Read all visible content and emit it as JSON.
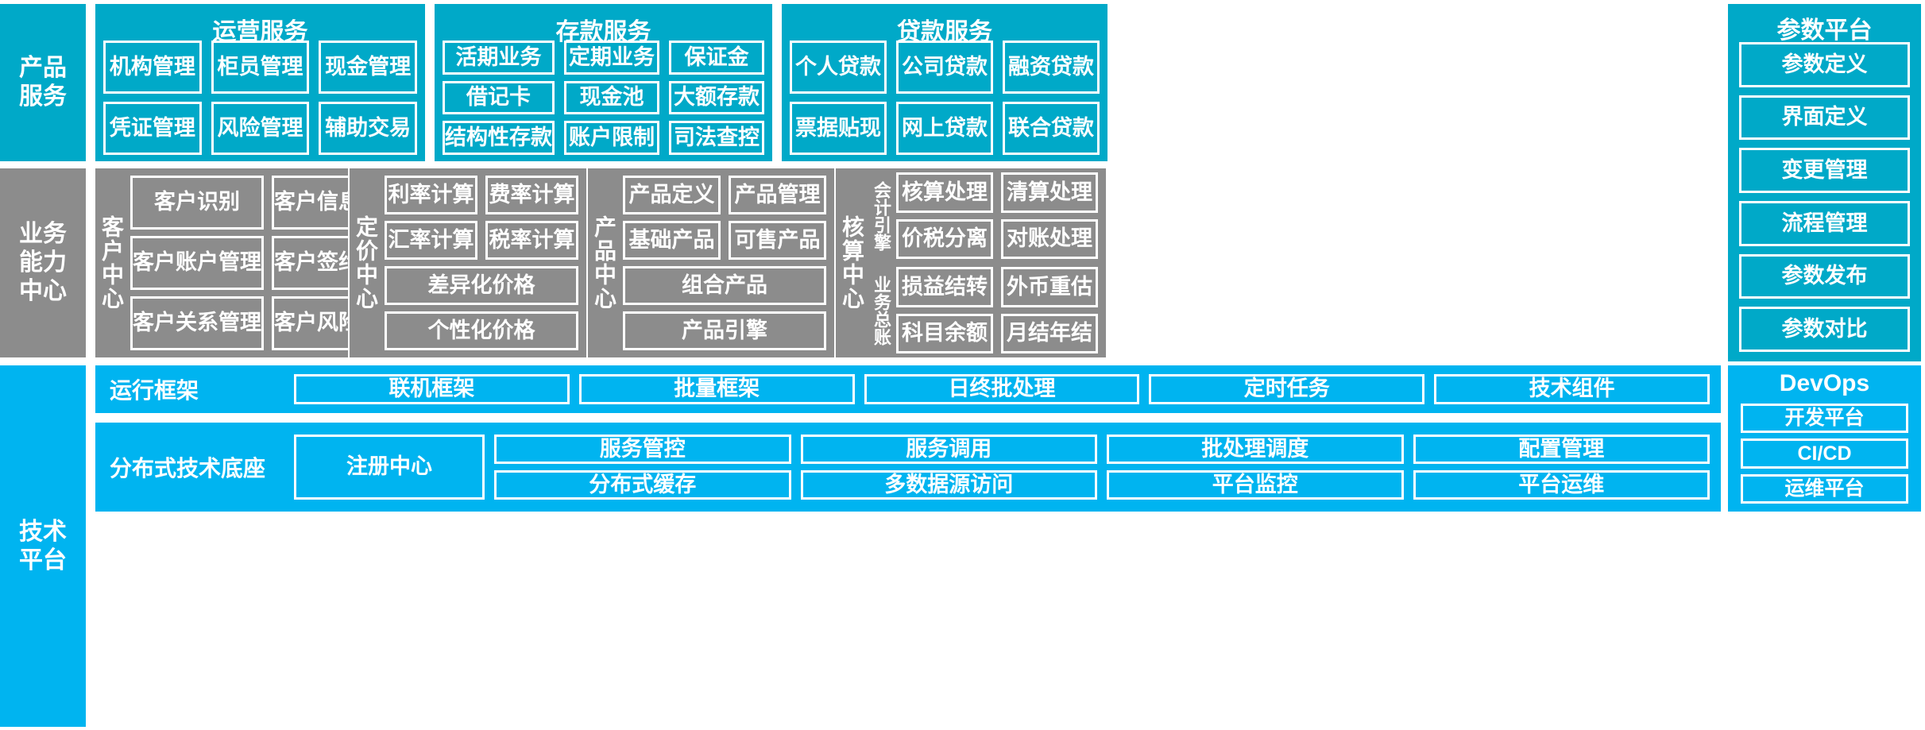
{
  "diagram": {
    "colors": {
      "product_service_cyan": "#00A9C8",
      "business_capability_gray": "#8C8C8C",
      "technical_platform_blue": "#00B4F0",
      "border_white": "#FFFFFF"
    }
  },
  "rows": {
    "product_service": {
      "side_label": "产品\n服务",
      "panels": [
        {
          "title": "运营服务",
          "items": [
            "机构管理",
            "柜员管理",
            "现金管理",
            "凭证管理",
            "风险管理",
            "辅助交易"
          ]
        },
        {
          "title": "存款服务",
          "items": [
            "活期业务",
            "定期业务",
            "保证金",
            "借记卡",
            "现金池",
            "大额存款",
            "结构性存款",
            "账户限制",
            "司法查控"
          ]
        },
        {
          "title": "贷款服务",
          "items": [
            "个人贷款",
            "公司贷款",
            "融资贷款",
            "票据贴现",
            "网上贷款",
            "联合贷款"
          ]
        }
      ]
    },
    "business_capability": {
      "side_label": "业务\n能力\n中心",
      "centers": [
        {
          "vlabel": "客户中心",
          "items": [
            {
              "label": "客户识别",
              "wide": false
            },
            {
              "label": "客户信息管理",
              "wide": false
            },
            {
              "label": "客户账户管理",
              "wide": false
            },
            {
              "label": "客户签约管理",
              "wide": false
            },
            {
              "label": "客户关系管理",
              "wide": false
            },
            {
              "label": "客户风险管理",
              "wide": false
            }
          ]
        },
        {
          "vlabel": "定价中心",
          "items": [
            {
              "label": "利率计算",
              "wide": false
            },
            {
              "label": "费率计算",
              "wide": false
            },
            {
              "label": "汇率计算",
              "wide": false
            },
            {
              "label": "税率计算",
              "wide": false
            },
            {
              "label": "差异化价格",
              "wide": true
            },
            {
              "label": "个性化价格",
              "wide": true
            }
          ]
        },
        {
          "vlabel": "产品中心",
          "items": [
            {
              "label": "产品定义",
              "wide": false
            },
            {
              "label": "产品管理",
              "wide": false
            },
            {
              "label": "基础产品",
              "wide": false
            },
            {
              "label": "可售产品",
              "wide": false
            },
            {
              "label": "组合产品",
              "wide": true
            },
            {
              "label": "产品引擎",
              "wide": true
            }
          ]
        }
      ],
      "accounting_center": {
        "vlabel": "核算中心",
        "groups": [
          {
            "vlabel": "会计引擎",
            "items": [
              "核算处理",
              "清算处理",
              "价税分离",
              "对账处理"
            ]
          },
          {
            "vlabel": "业务总账",
            "items": [
              "损益结转",
              "外币重估",
              "科目余额",
              "月结年结"
            ]
          }
        ]
      }
    },
    "technical_platform": {
      "side_label": "技术\n平台",
      "bands": [
        {
          "label": "运行框架",
          "items": [
            "联机框架",
            "批量框架",
            "日终批处理",
            "定时任务",
            "技术组件"
          ]
        },
        {
          "label": "分布式技术底座",
          "registry": "注册中心",
          "items": [
            "服务管控",
            "服务调用",
            "批处理调度",
            "配置管理",
            "分布式缓存",
            "多数据源访问",
            "平台监控",
            "平台运维"
          ]
        }
      ]
    }
  },
  "param_platform": {
    "title": "参数平台",
    "items": [
      "参数定义",
      "界面定义",
      "变更管理",
      "流程管理",
      "参数发布",
      "参数对比"
    ]
  },
  "devops": {
    "title": "DevOps",
    "items": [
      "开发平台",
      "CI/CD",
      "运维平台"
    ]
  }
}
